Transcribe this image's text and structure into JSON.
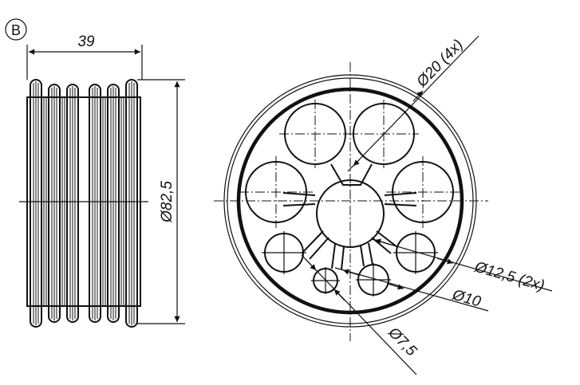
{
  "view": {
    "label": "B"
  },
  "side_view": {
    "width_dimension": "39",
    "diameter_dimension": "Ø82,5"
  },
  "front_view": {
    "callouts": [
      {
        "id": "large-holes",
        "text": "Ø20 (4x)"
      },
      {
        "id": "medium-holes",
        "text": "Ø12,5 (2x)"
      },
      {
        "id": "small-hole-10",
        "text": "Ø10"
      },
      {
        "id": "small-hole-7-5",
        "text": "Ø7,5"
      }
    ]
  },
  "colors": {
    "line": "#111111",
    "background": "#ffffff"
  }
}
